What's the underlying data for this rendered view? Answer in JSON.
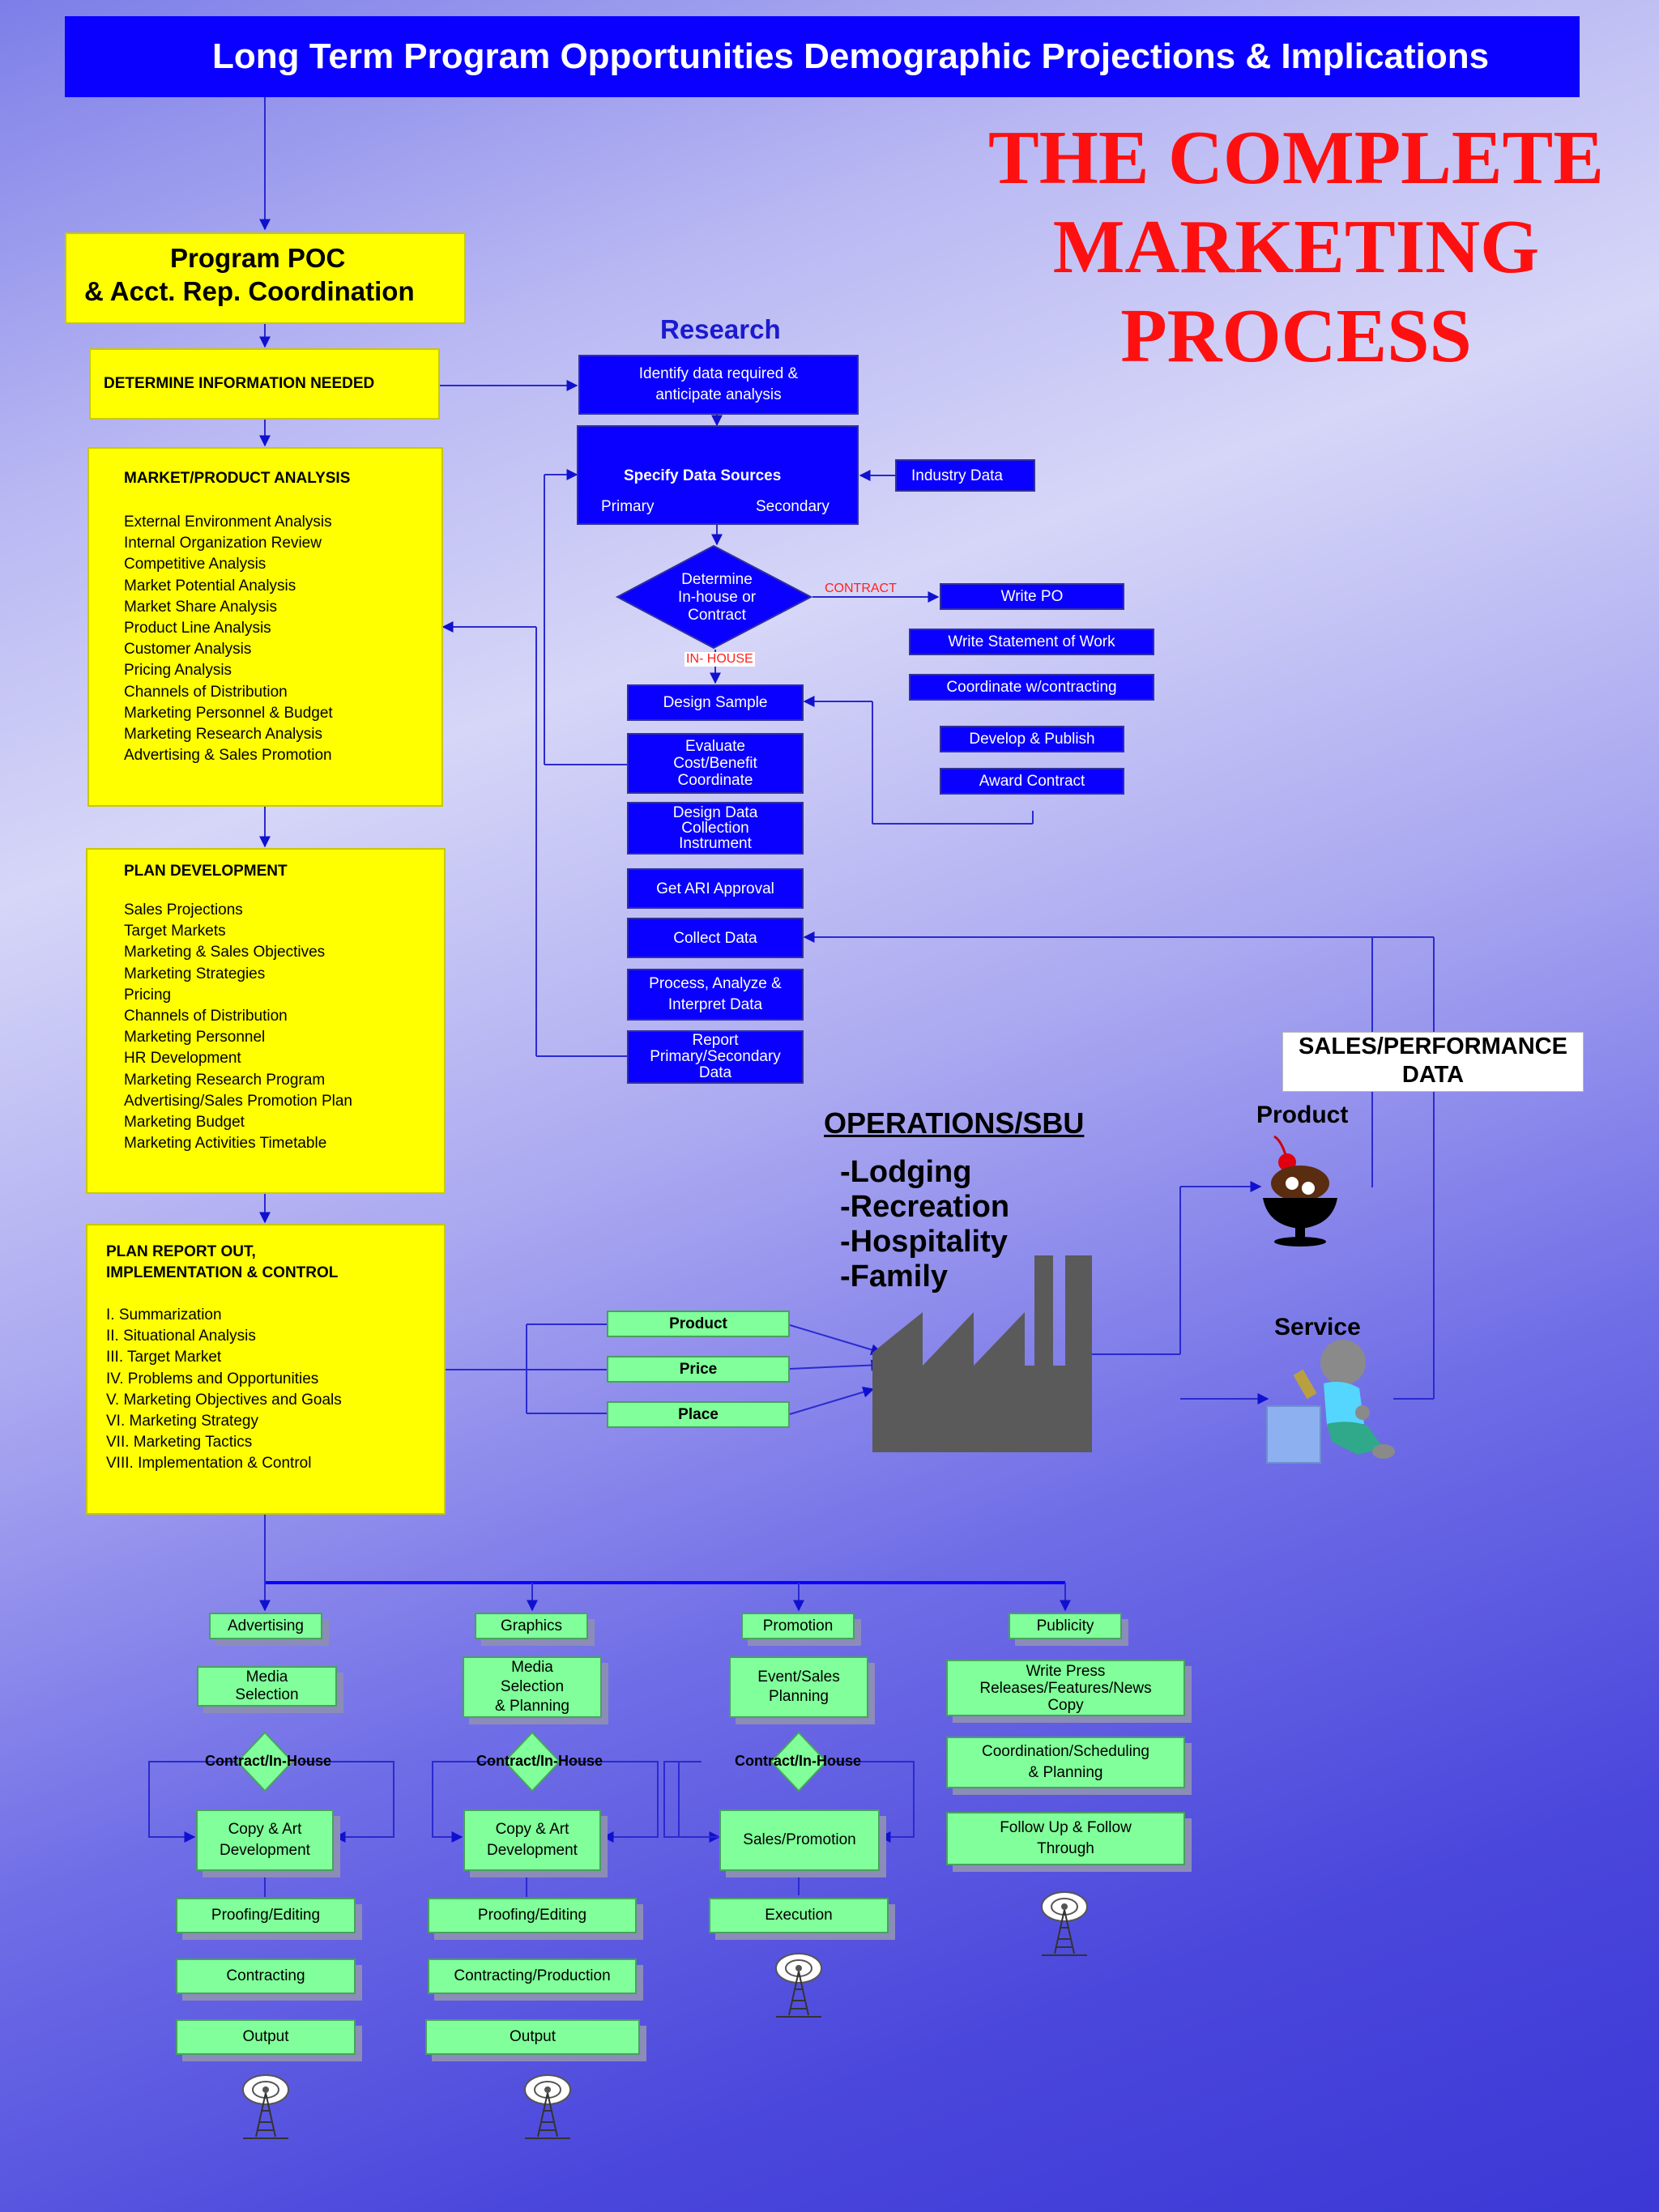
{
  "header": {
    "title": "Long Term Program Opportunities Demographic Projections & Implications"
  },
  "main_title": [
    "THE COMPLETE",
    "MARKETING",
    "PROCESS"
  ],
  "poc": {
    "lines": [
      "Program POC",
      "& Acct. Rep. Coordination"
    ]
  },
  "determine_info": "DETERMINE INFORMATION NEEDED",
  "market_analysis": {
    "heading": "MARKET/PRODUCT ANALYSIS",
    "items": [
      "External Environment Analysis",
      "Internal Organization Review",
      "Competitive Analysis",
      "Market Potential Analysis",
      "Market Share Analysis",
      "Product Line Analysis",
      "Customer Analysis",
      "Pricing Analysis",
      "Channels of Distribution",
      "Marketing Personnel & Budget",
      "Marketing Research Analysis",
      "Advertising & Sales Promotion"
    ]
  },
  "plan_development": {
    "heading": "PLAN DEVELOPMENT",
    "items": [
      "Sales Projections",
      "Target Markets",
      "Marketing & Sales Objectives",
      "Marketing Strategies",
      "Pricing",
      "Channels of Distribution",
      "Marketing Personnel",
      "HR Development",
      "Marketing Research Program",
      "Advertising/Sales Promotion Plan",
      "Marketing Budget",
      "Marketing Activities Timetable"
    ]
  },
  "plan_report": {
    "heading": [
      "PLAN REPORT OUT,",
      "IMPLEMENTATION & CONTROL"
    ],
    "items": [
      "I.  Summarization",
      "II.  Situational Analysis",
      "III.  Target Market",
      "IV.  Problems and Opportunities",
      "V.  Marketing Objectives and Goals",
      "VI.  Marketing Strategy",
      "VII.  Marketing Tactics",
      "VIII.  Implementation & Control"
    ]
  },
  "research": {
    "title": "Research",
    "identify": [
      "Identify data required &",
      "anticipate analysis"
    ],
    "specify": {
      "title": "Specify Data Sources",
      "primary": "Primary",
      "secondary": "Secondary"
    },
    "industry_data": "Industry Data",
    "decision": [
      "Determine",
      "In-house or",
      "Contract"
    ],
    "contract_label": "CONTRACT",
    "inhouse_label": "IN- HOUSE",
    "contract_steps": [
      "Write PO",
      "Write Statement of Work",
      "Coordinate w/contracting",
      "Develop & Publish",
      "Award Contract"
    ],
    "steps": {
      "design_sample": "Design Sample",
      "evaluate": [
        "Evaluate",
        "Cost/Benefit",
        "Coordinate"
      ],
      "design_instrument": [
        "Design Data",
        "Collection",
        "Instrument"
      ],
      "ari": "Get ARI Approval",
      "collect": "Collect Data",
      "process": [
        "Process, Analyze &",
        "Interpret Data"
      ],
      "report": [
        "Report",
        "Primary/Secondary",
        "Data"
      ]
    }
  },
  "operations": {
    "title": "OPERATIONS/SBU",
    "items": [
      "-Lodging",
      "-Recreation",
      "-Hospitality",
      "-Family"
    ]
  },
  "mix": [
    "Product",
    "Price",
    "Place"
  ],
  "sales_perf": [
    "SALES/PERFORMANCE",
    "DATA"
  ],
  "product_label": "Product",
  "service_label": "Service",
  "columns": {
    "advertising": {
      "head": "Advertising",
      "media": [
        "Media",
        "Selection"
      ],
      "decision": "Contract/In-House",
      "copy": [
        "Copy & Art",
        "Development"
      ],
      "steps": [
        "Proofing/Editing",
        "Contracting",
        "Output"
      ]
    },
    "graphics": {
      "head": "Graphics",
      "media": [
        "Media",
        "Selection",
        "& Planning"
      ],
      "decision": "Contract/In-House",
      "copy": [
        "Copy & Art",
        "Development"
      ],
      "steps": [
        "Proofing/Editing",
        "Contracting/Production",
        "Output"
      ]
    },
    "promotion": {
      "head": "Promotion",
      "media": [
        "Event/Sales",
        "Planning"
      ],
      "decision": "Contract/In-House",
      "copy": [
        "Sales/Promotion"
      ],
      "steps": [
        "Execution"
      ]
    },
    "publicity": {
      "head": "Publicity",
      "media": [
        "Write Press",
        "Releases/Features/News",
        "Copy"
      ],
      "steps": [
        [
          "Coordination/Scheduling",
          "& Planning"
        ],
        [
          "Follow Up & Follow",
          "Through"
        ]
      ]
    }
  },
  "colors": {
    "banner": "#0a00ff",
    "title_red": "#ff1010",
    "yellow": "#ffff00",
    "green": "#80ff9a",
    "factory": "#5a5a5a"
  }
}
